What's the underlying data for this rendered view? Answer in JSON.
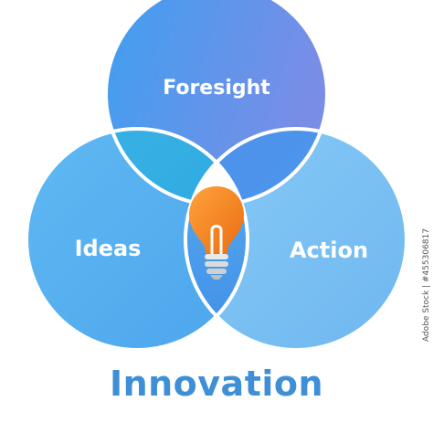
{
  "diagram": {
    "circles": [
      {
        "label": "Foresight",
        "color": "#5a8fe9"
      },
      {
        "label": "Ideas",
        "color": "#59b1ef"
      },
      {
        "label": "Action",
        "color": "#7cc4f4"
      }
    ],
    "center_icon": "lightbulb-icon",
    "title": "Innovation",
    "stock_id": "Adobe Stock | #455306817",
    "colors": {
      "title": "#3f8fd6",
      "bulb": "#f08a1c",
      "bulb_base": "#e9e9e9",
      "outline": "#ffffff"
    }
  }
}
